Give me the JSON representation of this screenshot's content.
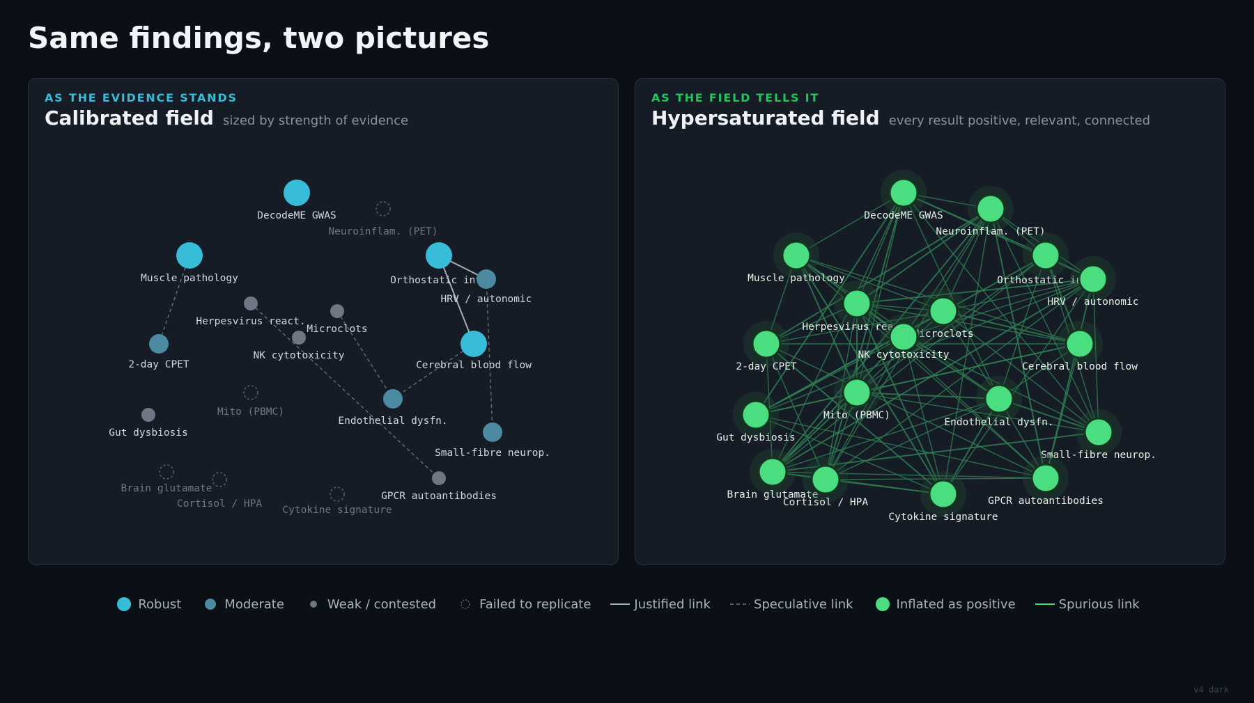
{
  "title": "Same findings, two pictures",
  "colors": {
    "robust": "#38bdd8",
    "moderate": "#4b8aa0",
    "weak": "#6f7784",
    "failed": "#5a626d",
    "justified_link": "#a6b0bb",
    "speculative_link": "#6b7480",
    "inflated": "#4ade80",
    "spurious_link": "#2f7d52",
    "kicker_left": "#38bdd8",
    "kicker_right": "#22c55e"
  },
  "left_panel": {
    "kicker": "AS THE EVIDENCE STANDS",
    "title": "Calibrated field",
    "subtitle": "sized by strength of evidence"
  },
  "right_panel": {
    "kicker": "AS THE FIELD TELLS IT",
    "title": "Hypersaturated field",
    "subtitle": "every result positive, relevant, connected"
  },
  "nodes": [
    {
      "id": "gwas",
      "label": "DecodeME GWAS",
      "strength": "robust"
    },
    {
      "id": "pet",
      "label": "Neuroinflam. (PET)",
      "strength": "failed"
    },
    {
      "id": "muscle",
      "label": "Muscle pathology",
      "strength": "robust"
    },
    {
      "id": "ortho",
      "label": "Orthostatic int.",
      "strength": "robust"
    },
    {
      "id": "hrv",
      "label": "HRV / autonomic",
      "strength": "moderate"
    },
    {
      "id": "herpes",
      "label": "Herpesvirus react.",
      "strength": "weak"
    },
    {
      "id": "microclots",
      "label": "Microclots",
      "strength": "weak"
    },
    {
      "id": "nk",
      "label": "NK cytotoxicity",
      "strength": "weak"
    },
    {
      "id": "cpet",
      "label": "2-day CPET",
      "strength": "moderate"
    },
    {
      "id": "cbf",
      "label": "Cerebral blood flow",
      "strength": "robust"
    },
    {
      "id": "mito",
      "label": "Mito (PBMC)",
      "strength": "failed"
    },
    {
      "id": "endo",
      "label": "Endothelial dysfn.",
      "strength": "moderate"
    },
    {
      "id": "gut",
      "label": "Gut dysbiosis",
      "strength": "weak"
    },
    {
      "id": "sfn",
      "label": "Small-fibre neurop.",
      "strength": "moderate"
    },
    {
      "id": "glut",
      "label": "Brain glutamate",
      "strength": "failed"
    },
    {
      "id": "cortisol",
      "label": "Cortisol / HPA",
      "strength": "failed"
    },
    {
      "id": "cyto",
      "label": "Cytokine signature",
      "strength": "failed"
    },
    {
      "id": "gpcr",
      "label": "GPCR autoantibodies",
      "strength": "weak"
    }
  ],
  "left_links": [
    {
      "from": "ortho",
      "to": "hrv",
      "type": "justified"
    },
    {
      "from": "ortho",
      "to": "cbf",
      "type": "justified"
    },
    {
      "from": "muscle",
      "to": "cpet",
      "type": "speculative"
    },
    {
      "from": "herpes",
      "to": "gpcr",
      "type": "speculative"
    },
    {
      "from": "microclots",
      "to": "endo",
      "type": "speculative"
    },
    {
      "from": "endo",
      "to": "cbf",
      "type": "speculative"
    },
    {
      "from": "hrv",
      "to": "sfn",
      "type": "speculative"
    }
  ],
  "legend": [
    {
      "kind": "robust",
      "label": "Robust"
    },
    {
      "kind": "moderate",
      "label": "Moderate"
    },
    {
      "kind": "weak",
      "label": "Weak / contested"
    },
    {
      "kind": "failed",
      "label": "Failed to replicate"
    },
    {
      "kind": "justified",
      "label": "Justified link"
    },
    {
      "kind": "speculative",
      "label": "Speculative link"
    },
    {
      "kind": "inflated",
      "label": "Inflated as positive"
    },
    {
      "kind": "spurious",
      "label": "Spurious link"
    }
  ],
  "footer_tag": "v4 dark"
}
